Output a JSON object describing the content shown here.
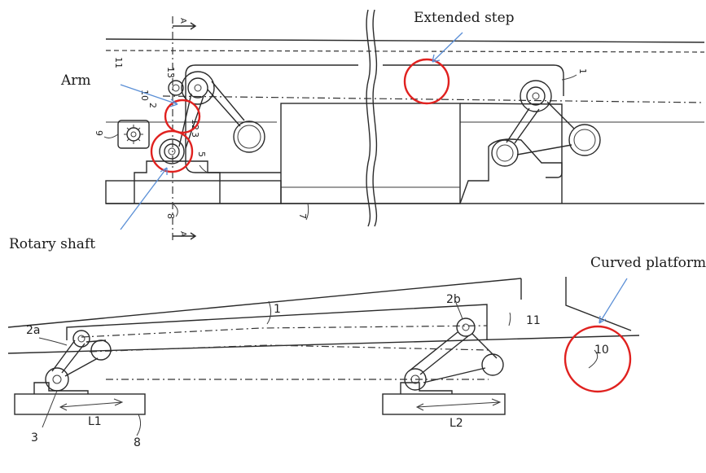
{
  "annotations": {
    "extended_step": "Extended step",
    "arm": "Arm",
    "rotary_shaft": "Rotary shaft",
    "curved_platform": "Curved platform"
  },
  "ref_numbers": {
    "top": {
      "n11": "11",
      "n13": "13",
      "n10": "10",
      "n2": "2",
      "n12": "12",
      "n3": "3",
      "n5": "5",
      "n9": "9",
      "n8": "8",
      "n7": "7",
      "n1": "1",
      "sectionA_top": "A",
      "sectionA_bottom": "A"
    },
    "bottom": {
      "n1": "1",
      "n2a": "2a",
      "n2b": "2b",
      "n11": "11",
      "n10": "10",
      "n3": "3",
      "n8": "8",
      "L1": "L1",
      "L2": "L2"
    }
  },
  "colors": {
    "highlight": "#e0211f",
    "pointer": "#5b8fd6",
    "line": "#2a2a2a"
  }
}
